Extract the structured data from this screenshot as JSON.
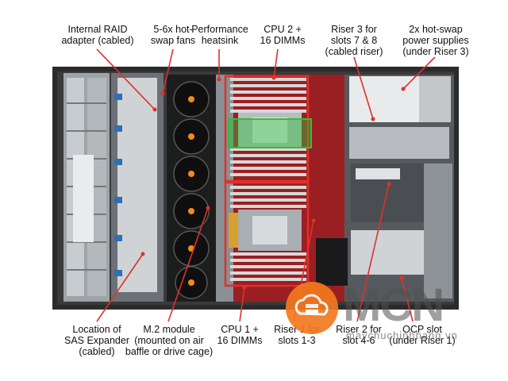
{
  "labels": {
    "raid": [
      "Internal RAID",
      "adapter (cabled)"
    ],
    "fans": [
      "5-6x hot-",
      "swap fans"
    ],
    "heatsink": [
      "Performance",
      "heatsink"
    ],
    "cpu2": [
      "CPU 2 +",
      "16 DIMMs"
    ],
    "riser3": [
      "Riser 3 for",
      "slots 7 & 8",
      "(cabled riser)"
    ],
    "psu": [
      "2x hot-swap",
      "power supplies",
      "(under Riser 3)"
    ],
    "sas": [
      "Location of",
      "SAS Expander",
      "(cabled)"
    ],
    "m2": [
      "M.2 module",
      "(mounted on air",
      "baffle or drive cage)"
    ],
    "cpu1": [
      "CPU 1 +",
      "16 DIMMs"
    ],
    "riser1": [
      "Riser 1 for",
      "slots 1-3"
    ],
    "riser2": [
      "Riser 2 for",
      "slot 4-6"
    ],
    "ocp": [
      "OCP slot",
      "(under Riser 1)"
    ]
  },
  "watermark": {
    "brand": "MCN",
    "site": "maychuchinhhang.vn"
  },
  "colors": {
    "highlight_red": "#e0302a",
    "highlight_green": "#2fbf3a",
    "board_red": "#9a1f22",
    "watermark_orange": "#f4791f"
  }
}
